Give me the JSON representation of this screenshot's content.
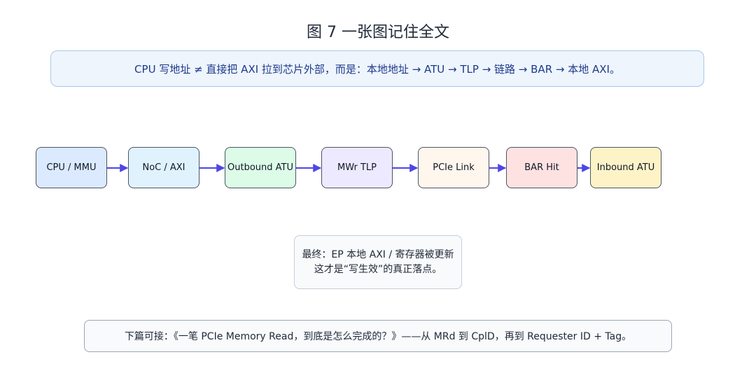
{
  "title": "图 7 一张图记住全文",
  "banner": {
    "text": "CPU 写地址 ≠ 直接把 AXI 拉到芯片外部，而是：本地地址 → ATU → TLP → 链路 → BAR → 本地 AXI。"
  },
  "flow": {
    "nodes": [
      {
        "label": "CPU / MMU",
        "fill": "#dbeafe"
      },
      {
        "label": "NoC / AXI",
        "fill": "#e0f2fe"
      },
      {
        "label": "Outbound ATU",
        "fill": "#dcfce7"
      },
      {
        "label": "MWr TLP",
        "fill": "#ede9fe"
      },
      {
        "label": "PCIe Link",
        "fill": "#fff7ed"
      },
      {
        "label": "BAR Hit",
        "fill": "#fee2e2"
      },
      {
        "label": "Inbound ATU",
        "fill": "#fef3c7"
      }
    ],
    "arrow_color": "#4f46e5"
  },
  "final": {
    "line1": "最终：EP 本地 AXI / 寄存器被更新",
    "line2": "这才是“写生效”的真正落点。"
  },
  "next": {
    "text": "下篇可接：《一笔 PCIe Memory Read，到底是怎么完成的？》——从 MRd 到 CplD，再到 Requester ID + Tag。"
  }
}
